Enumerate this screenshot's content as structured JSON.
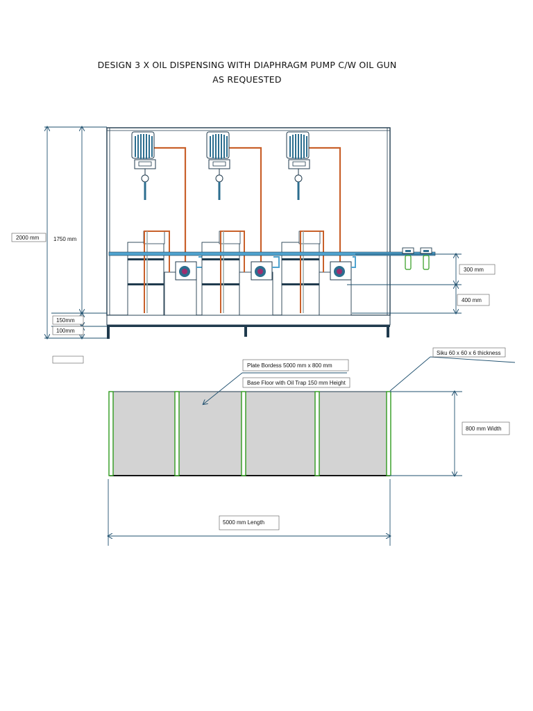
{
  "title": {
    "line1": "DESIGN 3 X OIL DISPENSING WITH DIAPHRAGM PUMP C/W OIL GUN",
    "line2": "AS REQUESTED"
  },
  "elevation": {
    "dim_2000": "2000 mm",
    "dim_1750": "1750 mm",
    "dim_150": "150mm",
    "dim_100": "100mm",
    "dim_300": "300 mm",
    "dim_400": "400 mm"
  },
  "plan": {
    "plate_note": "Plate Bordess 5000 mm x 800 mm",
    "base_note": "Base Floor with Oil Trap 150 mm Height",
    "siku_note": "Siku 60 x 60 x 6 thickness",
    "width_label": "800 mm Width",
    "length_label": "5000 mm Length"
  },
  "colors": {
    "frame": "#1f3a4d",
    "pipe_blue": "#4fa3cf",
    "pipe_orange": "#c8602a",
    "reel": "#2c6e8f",
    "plate_fill": "#d3d3d3",
    "siku_green": "#2e9a1c",
    "dim_line": "#1e4f6e"
  }
}
